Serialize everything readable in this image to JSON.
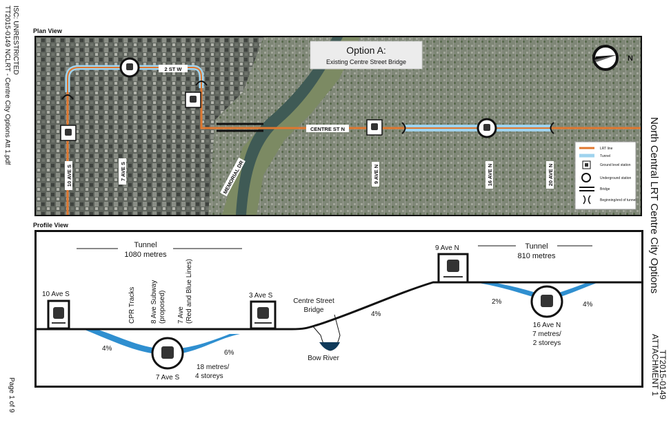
{
  "side_left": {
    "file_ref": "TT2015-0149 NCLRT - Centre City Options Att 1.pdf",
    "classification": "ISC: UNRESTRICTED",
    "page": "Page 1 of 9"
  },
  "side_right": {
    "title": "North Central LRT Centre City Options",
    "attachment_code": "TT2015-0149",
    "attachment_label": "ATTACHMENT 1"
  },
  "plan_view": {
    "label": "Plan View",
    "option_title": "Option A:",
    "option_subtitle": "Existing Centre Street Bridge",
    "north_letter": "N",
    "streets": {
      "two_st_w": "2 ST W",
      "centre_st_n": "CENTRE ST N",
      "ten_ave_s": "10 AVE S",
      "seven_ave_s": "7 AVE S",
      "memorial_dr": "MEMORIAL DR",
      "nine_ave_n": "9 AVE N",
      "sixteen_ave_n": "16 AVE N",
      "twenty_ave_n": "20 AVE N"
    },
    "legend": [
      {
        "label": "LRT line",
        "color": "#e0772e"
      },
      {
        "label": "Tunnel",
        "color": "#9fd3ee"
      },
      {
        "label": "Ground level station"
      },
      {
        "label": "Underground station"
      },
      {
        "label": "Bridge"
      },
      {
        "label": "Beginning/end of tunnel"
      }
    ]
  },
  "profile_view": {
    "label": "Profile View",
    "tunnel_left": {
      "title": "Tunnel",
      "length": "1080 metres"
    },
    "tunnel_right": {
      "title": "Tunnel",
      "length": "810 metres"
    },
    "stations": {
      "ten_ave_s": "10 Ave S",
      "three_ave_s": "3 Ave S",
      "nine_ave_n": "9 Ave N",
      "seven_ave_s": "7 Ave S",
      "sixteen_ave_n": "16 Ave N"
    },
    "crossings": {
      "cpr": "CPR Tracks",
      "eight_ave_1": "8 Ave Subway",
      "eight_ave_2": "(proposed)",
      "seven_ave_1": "7 Ave",
      "seven_ave_2": "(Red and Blue Lines)"
    },
    "grades": {
      "g4_left": "4%",
      "g6": "6%",
      "g4_mid": "4%",
      "g2": "2%",
      "g4_right": "4%"
    },
    "depth_left": {
      "line1": "18 metres/",
      "line2": "4 storeys"
    },
    "depth_right": {
      "line1": "7 metres/",
      "line2": "2 storeys"
    },
    "bridge": {
      "line1": "Centre Street",
      "line2": "Bridge"
    },
    "river": "Bow River"
  },
  "colors": {
    "lrt": "#e0772e",
    "tunnel": "#9fd3ee",
    "profile_tunnel": "#2f8fd0",
    "river": "#0f3a5a"
  }
}
